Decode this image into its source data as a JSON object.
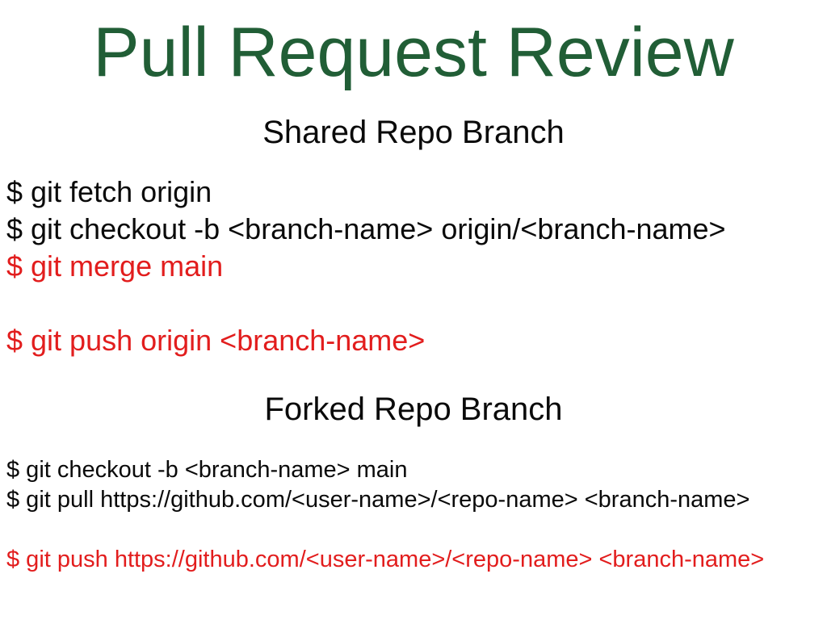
{
  "slide": {
    "title": "Pull Request Review",
    "title_color": "green",
    "colors": {
      "green": "#215E36",
      "red": "#E21D1D",
      "black": "#0A0A0A",
      "background": "#FFFFFF"
    },
    "sections": [
      {
        "heading": "Shared Repo Branch",
        "lines": [
          {
            "text": "$ git fetch origin",
            "color": "black"
          },
          {
            "text": "$ git checkout -b <branch-name> origin/<branch-name>",
            "color": "black"
          },
          {
            "text": "$ git merge main",
            "color": "red"
          },
          {
            "text": "",
            "color": "black"
          },
          {
            "text": "$ git push origin <branch-name>",
            "color": "red"
          }
        ]
      },
      {
        "heading": "Forked Repo Branch",
        "lines": [
          {
            "text": "$ git checkout -b <branch-name> main",
            "color": "black"
          },
          {
            "text": "$ git pull https://github.com/<user-name>/<repo-name> <branch-name>",
            "color": "black"
          },
          {
            "text": "",
            "color": "black"
          },
          {
            "text": "$ git push https://github.com/<user-name>/<repo-name> <branch-name>",
            "color": "red"
          }
        ]
      }
    ]
  }
}
